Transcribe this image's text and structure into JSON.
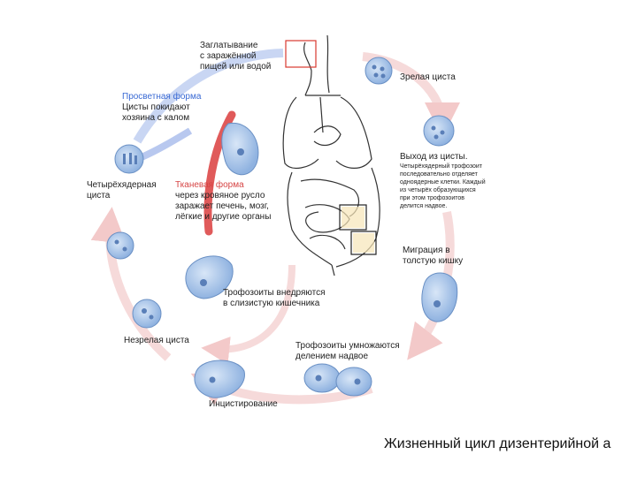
{
  "labels": {
    "ingestion": "Заглатывание\nс заражённой\nпищей или водой",
    "mature_cyst": "Зрелая циста",
    "lumen_form_title": "Просветная форма",
    "lumen_form_text": "Цисты покидают\nхозяина с калом",
    "excystation_title": "Выход из цисты.",
    "excystation_text": "Четырёхядерный трофозоит\nпоследовательно отделяет\nодноядерные клетки. Каждый\nиз четырёх образующихся\nпри этом трофозоитов\nделится надвое.",
    "tissue_form_title": "Тканевая форма",
    "tissue_form_text": "через кровяное русло\nзаражает печень, мозг,\nлёгкие и другие органы",
    "four_nucleus_cyst": "Четырёхядерная\nциста",
    "migration": "Миграция в\nтолстую кишку",
    "trophozoites_invade": "Трофозоиты внедряются\nв слизистую кишечника",
    "immature_cyst": "Незрелая циста",
    "trophozoites_multiply": "Трофозоиты умножаются\nделением надвое",
    "encystation": "Инцистирование"
  },
  "caption": "Жизненный цикл дизентерийной а",
  "colors": {
    "cycle_arrow": "#f6dada",
    "tissue_arrow": "#e05a5a",
    "lumen_arrow": "#b8c8ef",
    "cell_fill": "#a9c6ea",
    "cell_stroke": "#6a90c4",
    "nucleus": "#5a7fb8",
    "highlight_box": "#d9382f",
    "detail_box": "#222222"
  }
}
